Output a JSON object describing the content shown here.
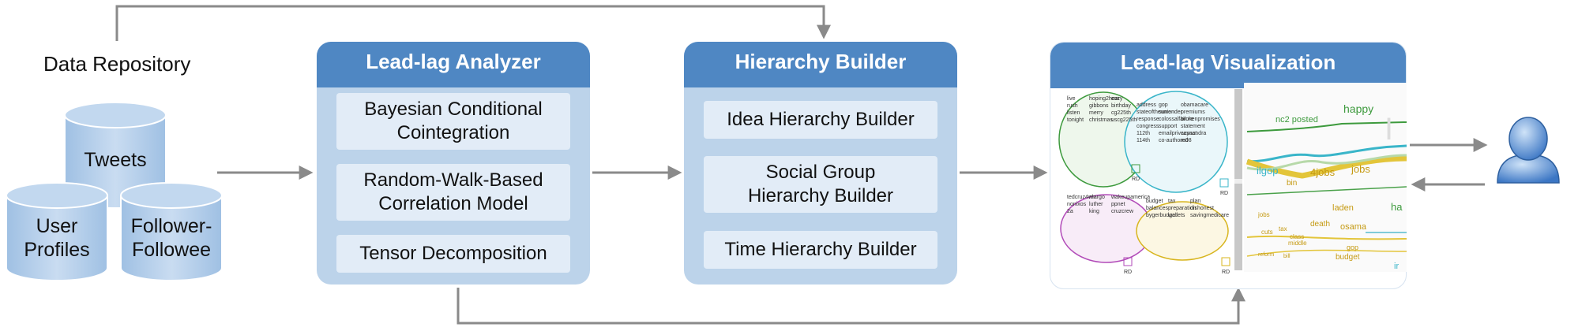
{
  "repository": {
    "title": "Data Repository",
    "databases": [
      {
        "label": "Tweets"
      },
      {
        "label": "User\nProfiles"
      },
      {
        "label": "Follower-\nFollowee"
      }
    ]
  },
  "panels": [
    {
      "title": "Lead-lag Analyzer",
      "items": [
        "Bayesian Conditional\nCointegration",
        "Random-Walk-Based\nCorrelation Model",
        "Tensor Decomposition"
      ]
    },
    {
      "title": "Hierarchy Builder",
      "items": [
        "Idea Hierarchy Builder",
        "Social Group\nHierarchy Builder",
        "Time Hierarchy Builder"
      ]
    },
    {
      "title": "Lead-lag Visualization"
    }
  ],
  "visualization": {
    "clusters": [
      {
        "color": "#3d9a3d",
        "labels": [
          "live",
          "rush",
          "listen",
          "tonight",
          "hoping2hear",
          "gibbons",
          "merry",
          "christmas",
          "cozy",
          "birthday",
          "cg225th",
          "uscg225th"
        ]
      },
      {
        "color": "#39b5c9",
        "labels": [
          "address",
          "stateoftheunion",
          "response",
          "congress",
          "112th",
          "114th",
          "gop",
          "surrender",
          "colossalfailure",
          "support",
          "emailprivacyact",
          "co-authored",
          "obamacare",
          "premiums",
          "brokenpromises",
          "statement",
          "cassandra",
          "m08"
        ]
      },
      {
        "color": "#b14ab8",
        "labels": [
          "tedcruz4wh",
          "nonixos",
          "2a",
          "margo",
          "luther",
          "king",
          "wakeupamerica",
          "ppnet",
          "cruzcrew"
        ]
      },
      {
        "color": "#d8b51e",
        "labels": [
          "budget",
          "balances",
          "bygerbudget",
          "tax",
          "preparation",
          "wallets",
          "plan",
          "dishonest",
          "savingmedicare"
        ]
      }
    ],
    "rd_badge": "RD",
    "stream_words": [
      "nc2 posted",
      "happy",
      "ilgop",
      "4jobs",
      "jobs",
      "bin",
      "laden",
      "ha",
      "jobs",
      "tax",
      "cuts",
      "class",
      "middle",
      "death",
      "osama",
      "gop",
      "reform",
      "bill",
      "budget",
      "ir",
      "I"
    ]
  },
  "colors": {
    "header": "#4f87c3",
    "panel": "#bcd3ea",
    "item": "#e2ecf7",
    "arrow": "#8a8a8a",
    "db": "#a9c8e8"
  }
}
